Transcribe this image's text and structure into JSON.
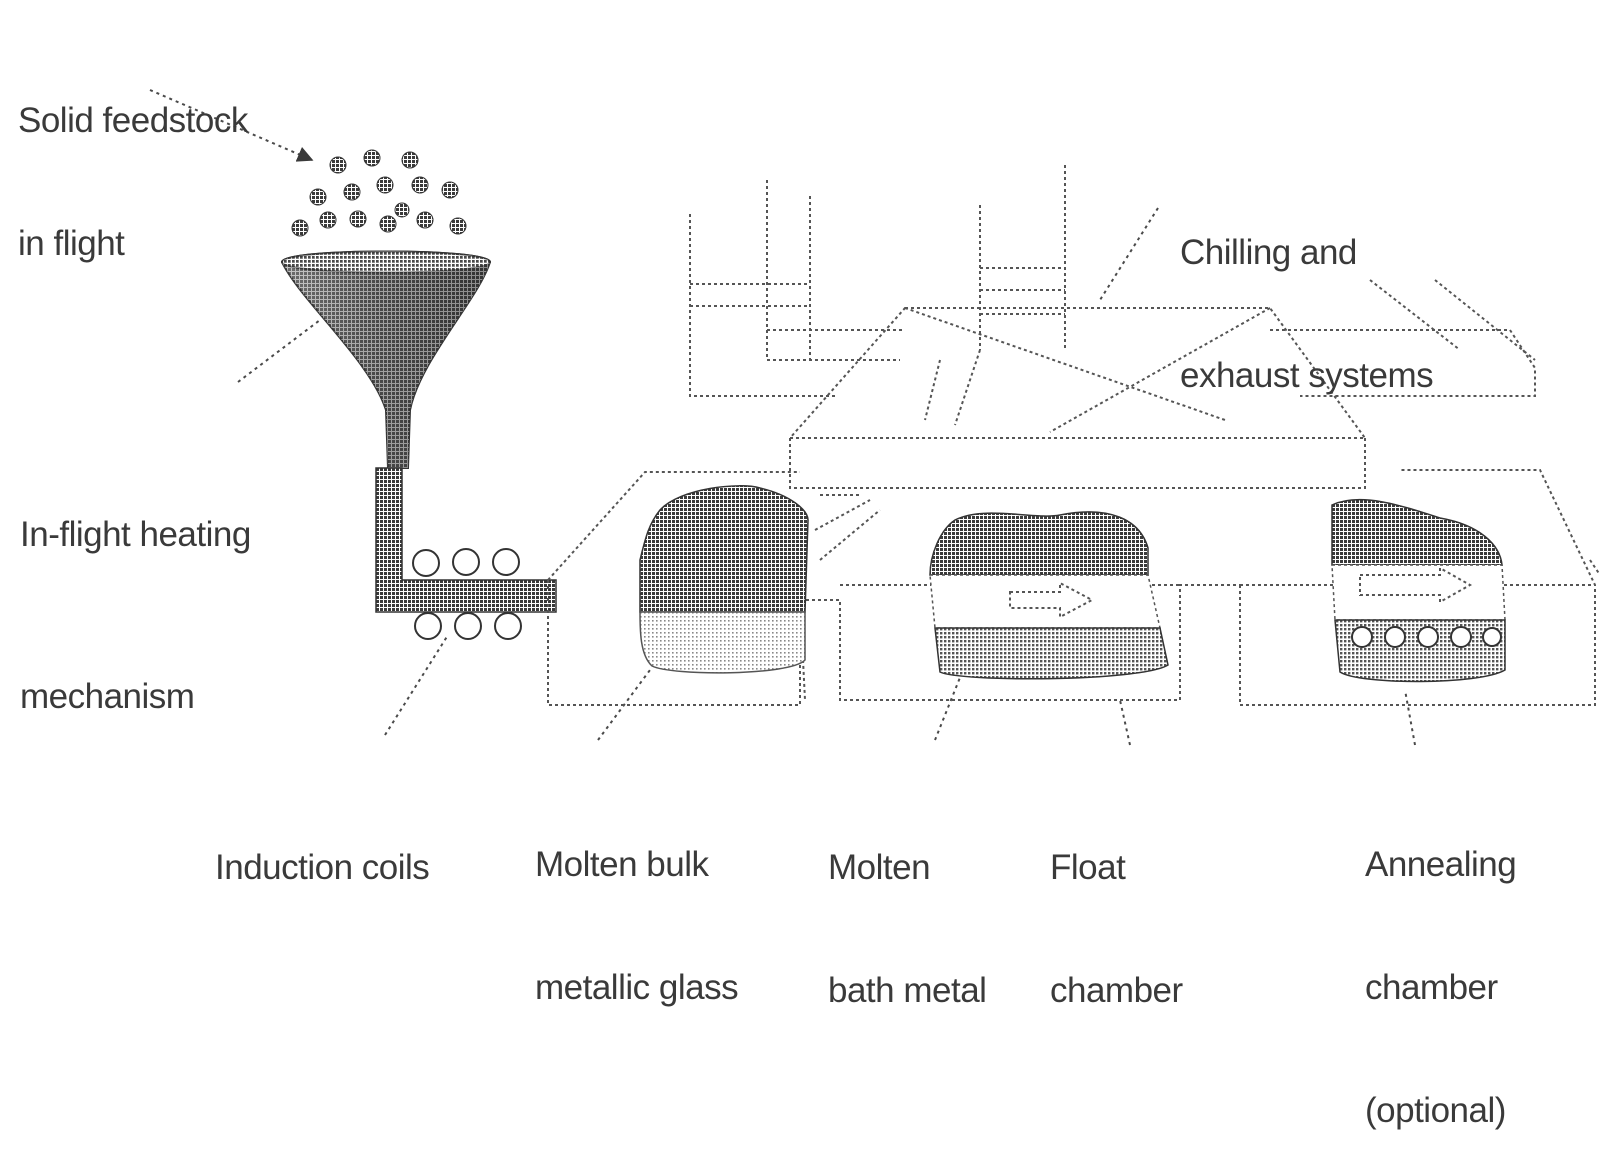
{
  "labels": {
    "solid_feedstock": [
      "Solid feedstock",
      "in flight"
    ],
    "inflight_heating": [
      "In-flight heating",
      "mechanism"
    ],
    "induction_coils": [
      "Induction coils"
    ],
    "molten_bmg": [
      "Molten bulk",
      "metallic glass"
    ],
    "molten_bath": [
      "Molten",
      "bath metal"
    ],
    "float_chamber": [
      "Float",
      "chamber"
    ],
    "annealing": [
      "Annealing",
      "chamber",
      "(optional)"
    ],
    "chilling": [
      "Chilling and",
      "exhaust systems"
    ]
  },
  "colors": {
    "ink": "#3a3a3a",
    "dark_fill": "#4a4a4a",
    "mid_fill": "#7a7a7a",
    "light_fill": "#bdbdbd",
    "outline": "#555555"
  }
}
